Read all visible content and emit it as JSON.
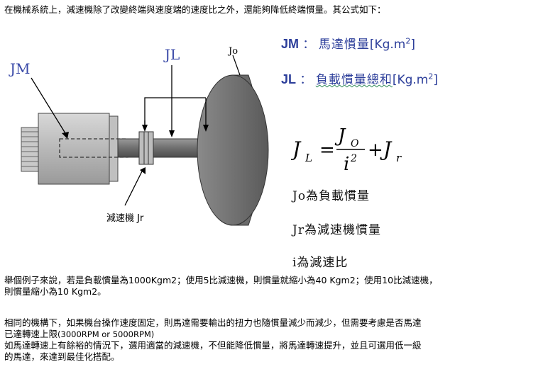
{
  "intro": "在機械系統上，減速機除了改變終端與速度端的速度比之外，還能夠降低終端慣量。其公式如下：",
  "legend": [
    {
      "symbol": "JM",
      "sep": "：",
      "desc": "馬達慣量",
      "unit": "[Kg.m",
      "exp": "2",
      "close": "]"
    },
    {
      "symbol": "JL",
      "sep": "：",
      "desc": "負載慣量總和",
      "unit": "[Kg.m",
      "exp": "2",
      "close": "]"
    }
  ],
  "diagram": {
    "label_jm": "JM",
    "label_jl": "JL",
    "label_jo": "Jo",
    "label_reducer": "減速機 Jr"
  },
  "formula": {
    "lhs": "J",
    "lhs_sub": "L",
    "num": "J",
    "num_sub": "O",
    "den": "i",
    "den_exp": "2",
    "plus_term": "J",
    "plus_sub": "r"
  },
  "definitions": [
    "Jo為負載慣量",
    "Jr為減速機慣量",
    "i為減速比"
  ],
  "paragraphs": {
    "p1_line1": "舉個例子來說，若是負載慣量為1000Kgm2；使用5比減速機，則慣量就縮小為40 Kgm2；使用10比減速機，",
    "p1_line2": "則慣量縮小為10 Kgm2。",
    "p2_line1": "相同的機構下，如果機台操作速度固定，則馬達需要輸出的扭力也隨慣量減少而減少，但需要考慮是否馬達",
    "p2_line2": "已達轉速上限",
    "p2_line2_small": "(3000RPM or 5000RPM)",
    "p2_line3": "如馬達轉速上有餘裕的情況下，選用適當的減速機，不但能降低慣量，將馬達轉速提升，並且可選用低一級",
    "p2_line4": "的馬達，來達到最佳化搭配。"
  }
}
